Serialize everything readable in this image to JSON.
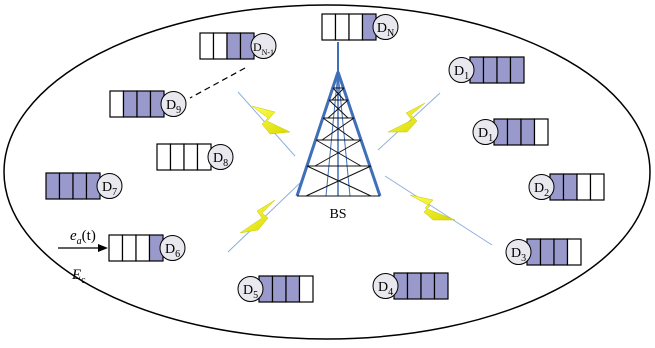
{
  "colors": {
    "queue_fill": "#9999cc",
    "queue_empty": "#ffffff",
    "device_circle": "#e8e8ee",
    "tower": "#3f6fb8",
    "lightning": "#f0f000"
  },
  "base_station": {
    "label": "BS"
  },
  "arrival": {
    "rate_label": "e",
    "rate_sub": "a",
    "rate_arg": "(t)",
    "energy_label": "E",
    "energy_sub": "c"
  },
  "devices": [
    {
      "id": "dN",
      "main": "D",
      "sub": "N",
      "filled": 1,
      "order": "queue-first"
    },
    {
      "id": "dN1",
      "main": "D",
      "sub": "N-1",
      "filled": 2,
      "order": "queue-first"
    },
    {
      "id": "d9",
      "main": "D",
      "sub": "9",
      "filled": 3,
      "order": "queue-first"
    },
    {
      "id": "d8",
      "main": "D",
      "sub": "8",
      "filled": 0,
      "order": "queue-first"
    },
    {
      "id": "d7",
      "main": "D",
      "sub": "7",
      "filled": 4,
      "order": "queue-first"
    },
    {
      "id": "d6",
      "main": "D",
      "sub": "6",
      "filled": 1,
      "order": "queue-first"
    },
    {
      "id": "d5",
      "main": "D",
      "sub": "5",
      "filled": 3,
      "order": "label-first"
    },
    {
      "id": "d4",
      "main": "D",
      "sub": "4",
      "filled": 4,
      "order": "label-first"
    },
    {
      "id": "d3",
      "main": "D",
      "sub": "3",
      "filled": 3,
      "order": "label-first"
    },
    {
      "id": "d2",
      "main": "D",
      "sub": "2",
      "filled": 2,
      "order": "label-first"
    },
    {
      "id": "d1b",
      "main": "D",
      "sub": "1",
      "filled": 3,
      "order": "label-first"
    },
    {
      "id": "d1a",
      "main": "D",
      "sub": "1",
      "filled": 4,
      "order": "label-first"
    }
  ]
}
